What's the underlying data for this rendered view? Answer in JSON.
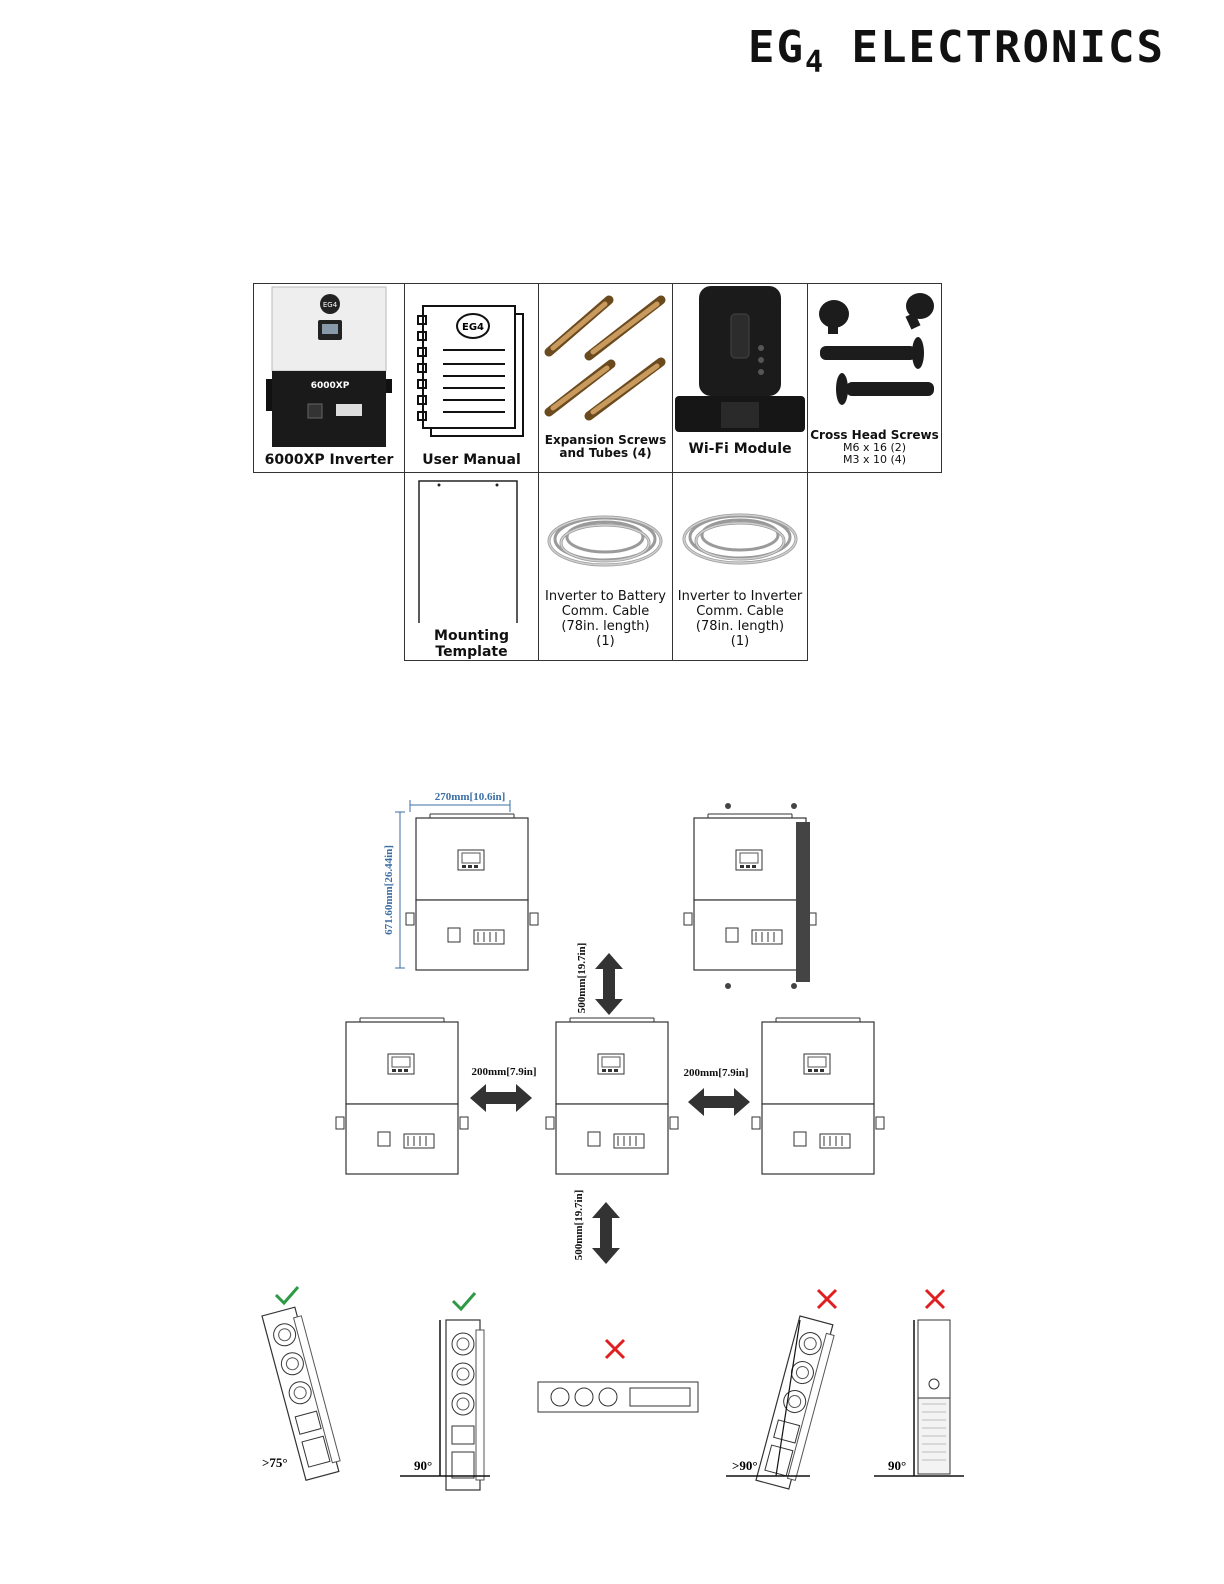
{
  "header": {
    "brand": "EG",
    "brand_sub": "4",
    "brand_rest": " ELECTRONICS"
  },
  "contents": {
    "inverter": {
      "caption": "6000XP Inverter",
      "model_label": "6000XP",
      "brand_mark": "EG4"
    },
    "manual": {
      "caption": "User Manual",
      "brand_mark": "EG4"
    },
    "expansion": {
      "caption_line1": "Expansion Screws",
      "caption_line2": "and Tubes (4)"
    },
    "wifi": {
      "caption": "Wi-Fi Module"
    },
    "screws": {
      "caption_line1": "Cross Head Screws",
      "caption_line2": "M6 x 16 (2)",
      "caption_line3": "M3 x 10 (4)"
    },
    "template": {
      "caption_line1": "Mounting",
      "caption_line2": "Template"
    },
    "battery_cable": {
      "caption_line1": "Inverter to Battery",
      "caption_line2": "Comm. Cable",
      "caption_line3": "(78in. length)",
      "caption_line4": "(1)"
    },
    "inverter_cable": {
      "caption_line1": "Inverter to Inverter",
      "caption_line2": "Comm. Cable",
      "caption_line3": "(78in. length)",
      "caption_line4": "(1)"
    }
  },
  "clearance": {
    "width_label": "270mm[10.6in]",
    "height_label": "671.60mm[26.44in]",
    "top_label": "500mm[19.7in]",
    "bottom_label": "500mm[19.7in]",
    "left_label": "200mm[7.9in]",
    "right_label": "200mm[7.9in]"
  },
  "orientation": {
    "angle_1": ">75°",
    "angle_2": "90°",
    "angle_4": ">90°",
    "angle_5": "90°",
    "ok_color": "#2e9a46",
    "bad_color": "#e02020",
    "status": [
      "ok",
      "ok",
      "bad",
      "bad",
      "bad"
    ]
  }
}
